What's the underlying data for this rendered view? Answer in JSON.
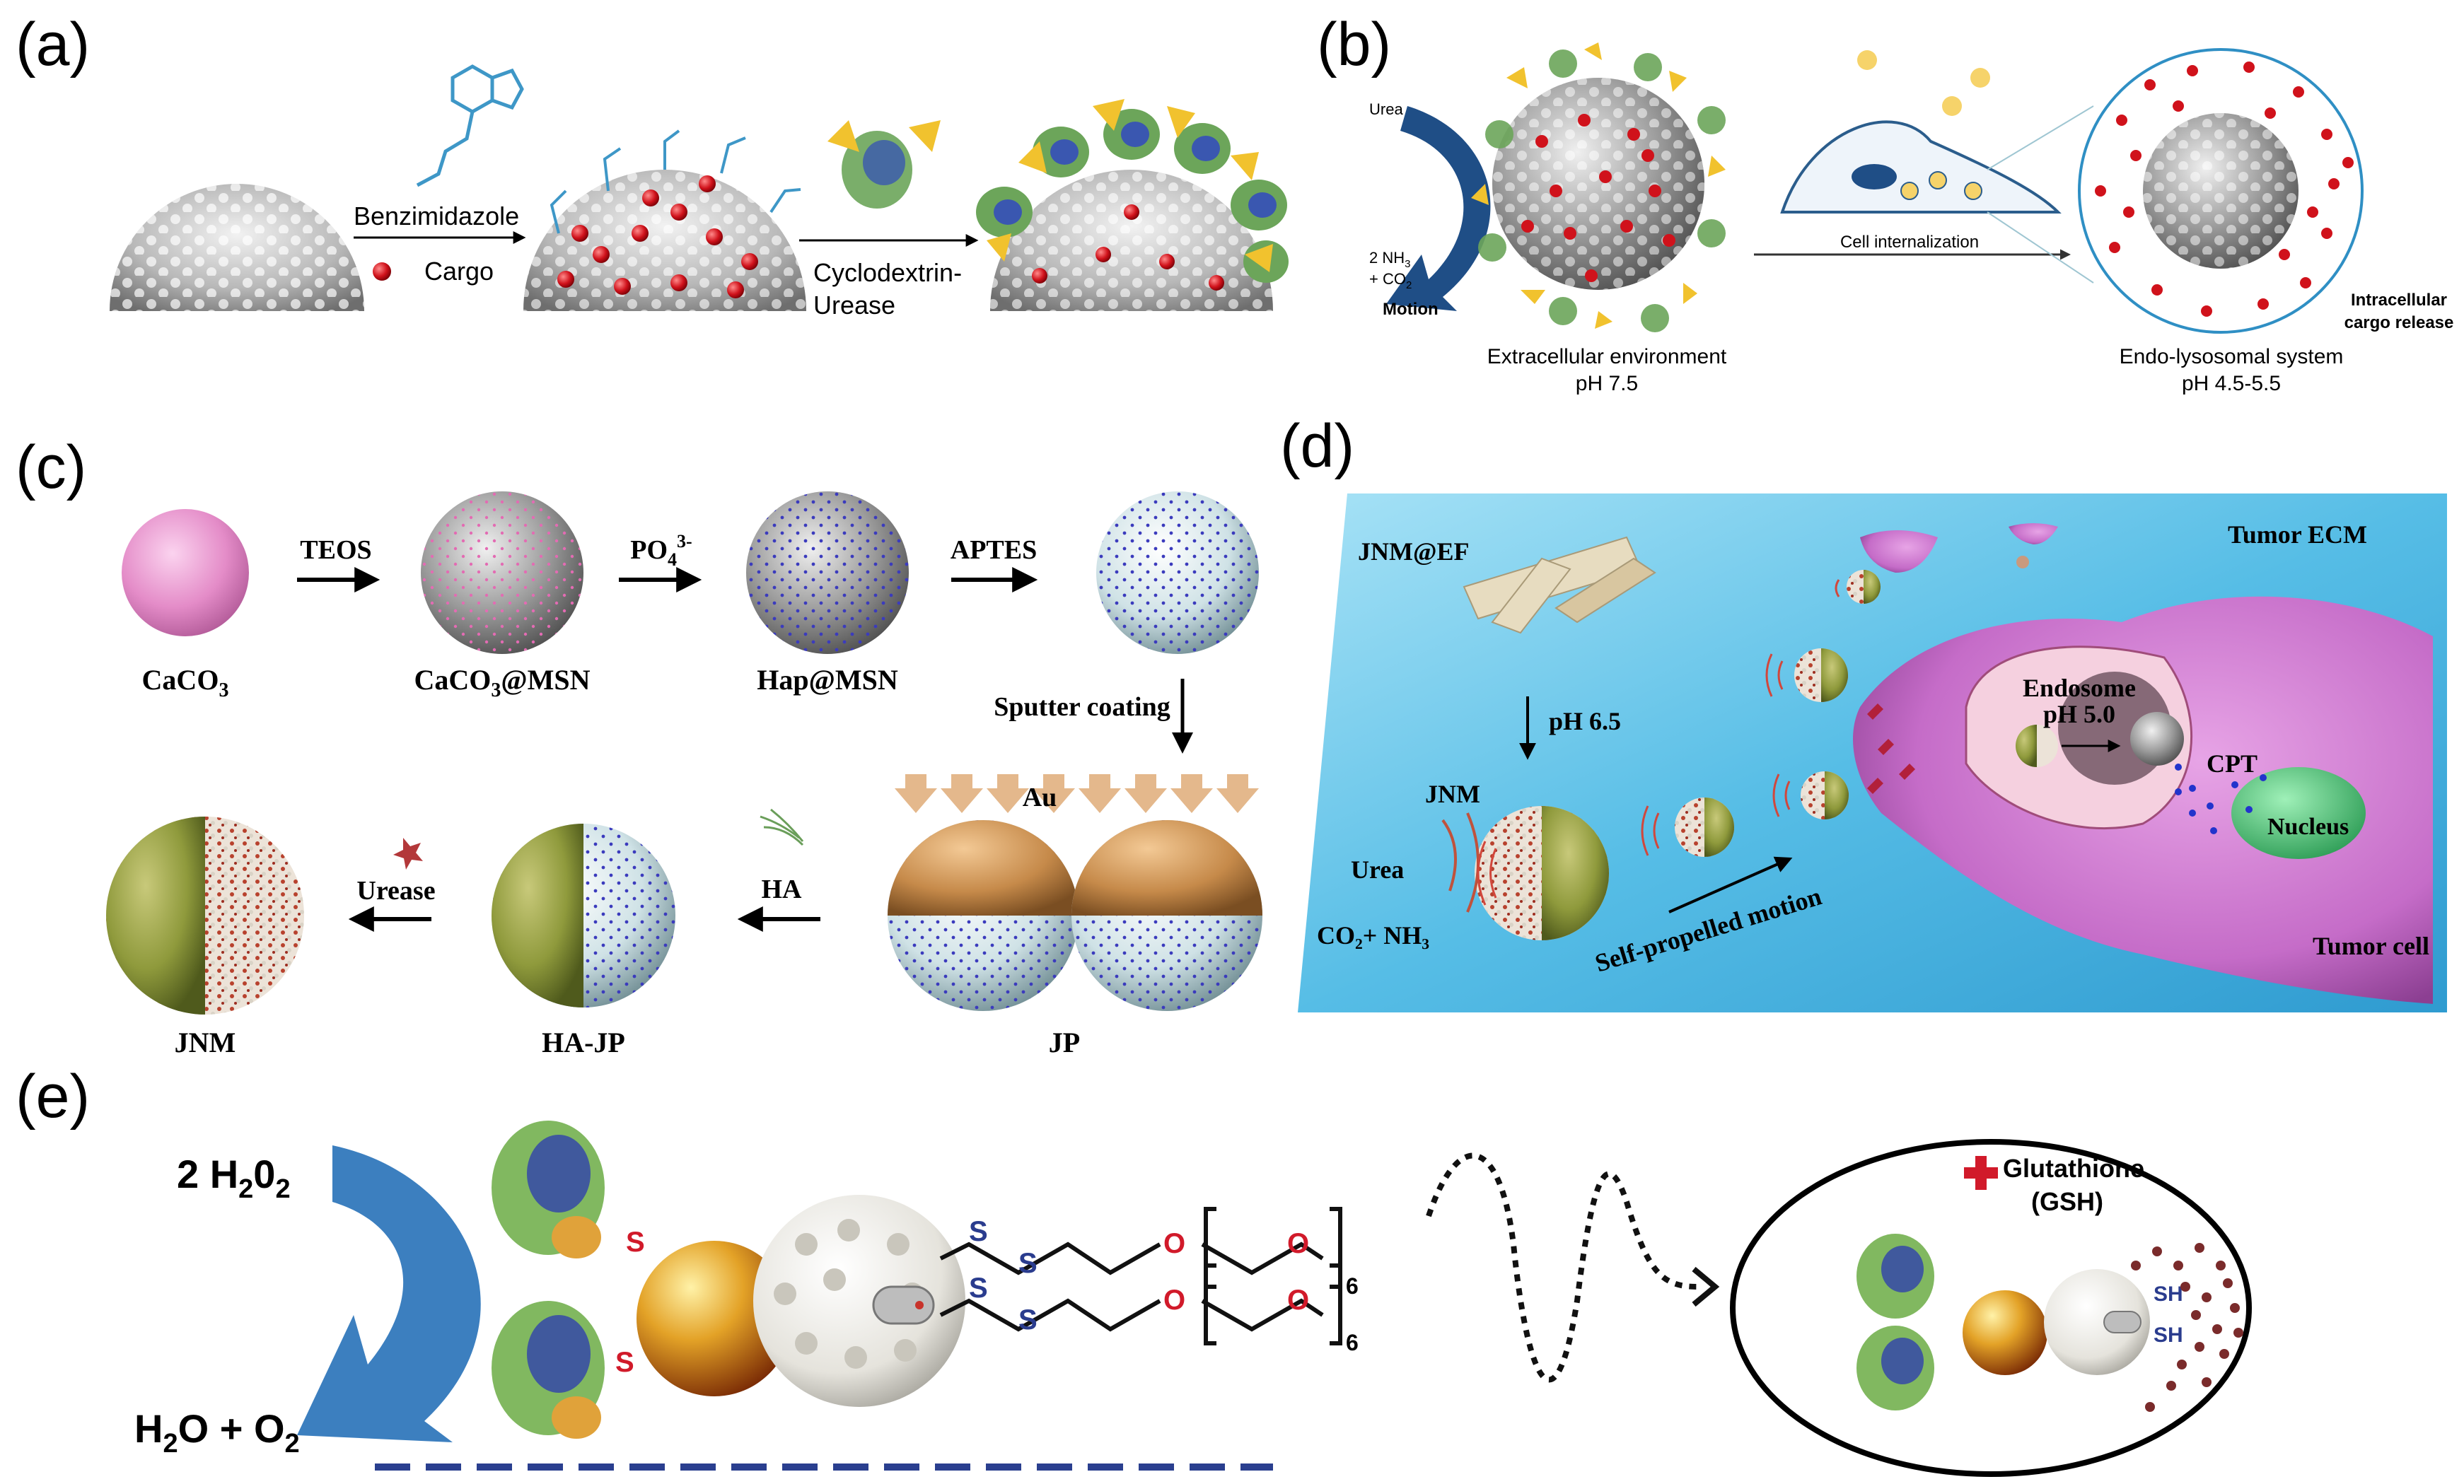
{
  "panels": {
    "a": {
      "label": "(a)",
      "benzimidazole": "Benzimidazole",
      "cargo": "Cargo",
      "cyclodextrin_line1": "Cyclodextrin-",
      "cyclodextrin_line2": "Urease"
    },
    "b": {
      "label": "(b)",
      "urea": "Urea",
      "nh3": "2 NH",
      "nh3_sub": "3",
      "co2": "+ CO",
      "co2_sub": "2",
      "motion": "Motion",
      "internalization": "Cell internalization",
      "extracellular_line1": "Extracellular environment",
      "extracellular_line2": "pH 7.5",
      "endo_line1": "Endo-lysosomal system",
      "endo_line2": "pH 4.5-5.5",
      "release_line1": "Intracellular",
      "release_line2": "cargo release"
    },
    "c": {
      "label": "(c)",
      "caco3": "CaCO",
      "caco3_sub": "3",
      "caco3_msn_a": "CaCO",
      "caco3_msn_sub": "3",
      "caco3_msn_b": "@MSN",
      "hap_msn": "Hap@MSN",
      "teos": "TEOS",
      "po4": "PO",
      "po4_sub": "4",
      "po4_sup": "3-",
      "aptes": "APTES",
      "sputter": "Sputter coating",
      "au": "Au",
      "jp": "JP",
      "ha": "HA",
      "ha_jp": "HA-JP",
      "urease": "Urease",
      "jnm": "JNM"
    },
    "d": {
      "label": "(d)",
      "jnm_ef": "JNM@EF",
      "tumor_ecm": "Tumor ECM",
      "ph65": "pH 6.5",
      "jnm": "JNM",
      "urea": "Urea",
      "co2_nh3": "CO₂+ NH₃",
      "self_propelled": "Self-propelled motion",
      "endosome": "Endosome",
      "ph50": "pH 5.0",
      "cpt": "CPT",
      "nucleus": "Nucleus",
      "tumor_cell": "Tumor cell"
    },
    "e": {
      "label": "(e)",
      "h2o2_a": "2 H",
      "h2o2_sub1": "2",
      "h2o2_b": "0",
      "h2o2_sub2": "2",
      "h2o_o2_a": "H",
      "h2o_o2_sub1": "2",
      "h2o_o2_b": "O + O",
      "h2o_o2_sub2": "2",
      "s": "S",
      "o": "O",
      "peg_n": "6",
      "sh": "SH",
      "glutathione": "Glutathione",
      "gsh": "(GSH)"
    }
  },
  "colors": {
    "silica_gray": "#8a8a8a",
    "cargo_red": "#d0121b",
    "pink_sphere": "#e48cc8",
    "au_orange": "#c68a4a",
    "tumor_violet": "#c56cc8",
    "water_blue": "#6ec8ea",
    "arrow_blue": "#2f6fa8",
    "sulfur_red": "#d11a2a",
    "sulfur_blue": "#2a3c8e"
  }
}
